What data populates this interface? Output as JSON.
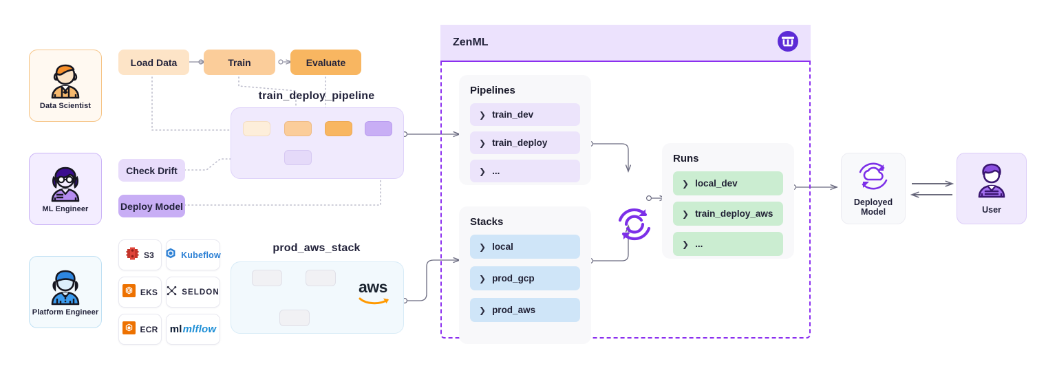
{
  "personas": [
    {
      "id": "data-scientist",
      "label": "Data Scientist"
    },
    {
      "id": "ml-engineer",
      "label": "ML Engineer"
    },
    {
      "id": "platform-engineer",
      "label": "Platform Engineer"
    }
  ],
  "steps": [
    {
      "id": "load-data",
      "label": "Load Data"
    },
    {
      "id": "train",
      "label": "Train"
    },
    {
      "id": "evaluate",
      "label": "Evaluate"
    },
    {
      "id": "check-drift",
      "label": "Check Drift"
    },
    {
      "id": "deploy-model",
      "label": "Deploy Model"
    }
  ],
  "groups": {
    "pipeline_title": "train_deploy_pipeline",
    "stack_title": "prod_aws_stack",
    "stack_cloud_logo": "aws-logo"
  },
  "tools": [
    {
      "id": "s3",
      "label": "S3",
      "icon": "aws-s3-icon"
    },
    {
      "id": "kubeflow",
      "label": "Kubeflow",
      "icon": "kubeflow-icon"
    },
    {
      "id": "eks",
      "label": "EKS",
      "icon": "aws-eks-icon"
    },
    {
      "id": "seldon",
      "label": "SELDON",
      "icon": "seldon-icon"
    },
    {
      "id": "ecr",
      "label": "ECR",
      "icon": "aws-ecr-icon"
    },
    {
      "id": "mlflow",
      "label": "mlflow",
      "icon": "mlflow-icon"
    }
  ],
  "zenml": {
    "title": "ZenML",
    "logo": "zenml-pillar-logo",
    "accent": "#8b2fef",
    "header_bg": "#ece2fd",
    "pipelines": {
      "title": "Pipelines",
      "items": [
        {
          "label": "train_dev"
        },
        {
          "label": "train_deploy"
        },
        {
          "label": "..."
        }
      ]
    },
    "stacks": {
      "title": "Stacks",
      "items": [
        {
          "label": "local"
        },
        {
          "label": "prod_gcp"
        },
        {
          "label": "prod_aws"
        }
      ]
    },
    "runs": {
      "title": "Runs",
      "items": [
        {
          "label": "local_dev"
        },
        {
          "label": "train_deploy_aws"
        },
        {
          "label": "..."
        }
      ]
    },
    "sync_icon": "sync-refresh-icon"
  },
  "outputs": {
    "deployed_model": {
      "label": "Deployed\nModel",
      "line1": "Deployed",
      "line2": "Model",
      "icon": "cloud-deploy-icon"
    },
    "user": {
      "label": "User",
      "icon": "user-avatar-icon"
    }
  },
  "colors": {
    "zenml_purple": "#8b2fef",
    "pipeline_lilac": "#ece4fb",
    "stack_blue": "#cfe5f8",
    "run_green": "#cbedd1",
    "step_orange": "#f8b661",
    "connector_grey": "#6b6b80"
  }
}
